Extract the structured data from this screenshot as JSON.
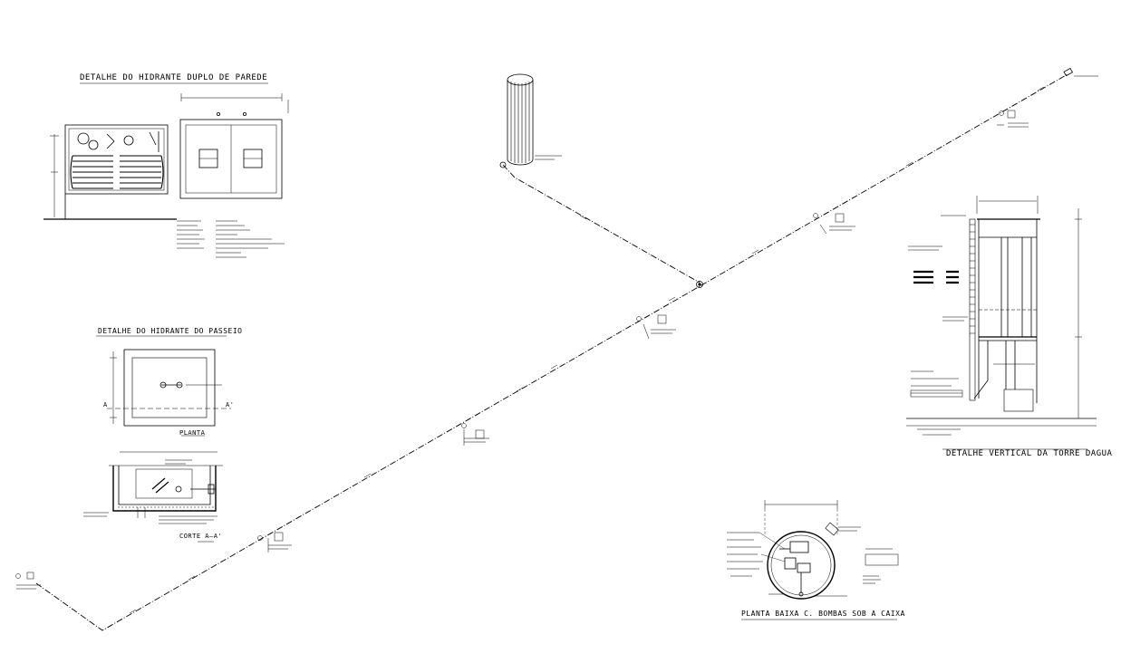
{
  "drawing": {
    "titles": {
      "hidrante_parede": "DETALHE DO HIDRANTE DUPLO DE PAREDE",
      "hidrante_passeio": "DETALHE DO HIDRANTE DO PASSEIO",
      "planta": "PLANTA",
      "corte": "CORTE A—A'",
      "torre": "DETALHE VERTICAL DA TORRE DAGUA",
      "bombas": "PLANTA BAIXA C. BOMBAS SOB A CAIXA"
    },
    "section_marks": {
      "a_left": "A",
      "a_right": "A'"
    },
    "colors": {
      "ink": "#000000",
      "paper": "#ffffff"
    }
  }
}
